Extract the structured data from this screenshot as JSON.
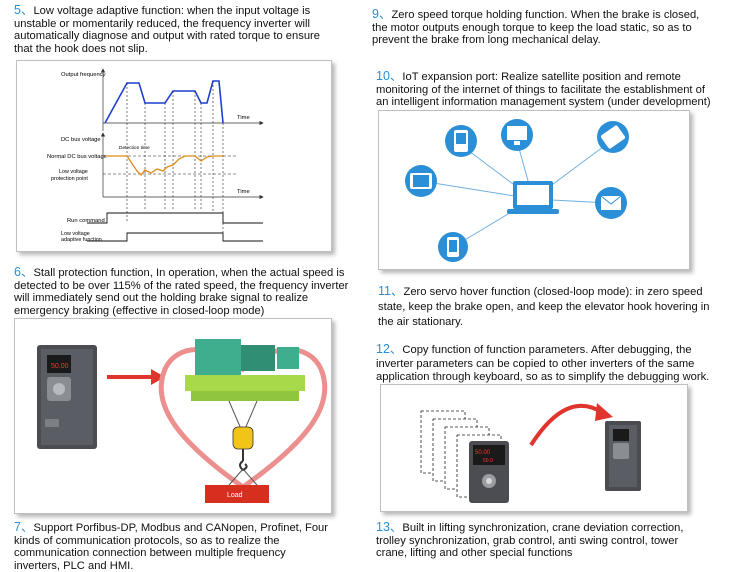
{
  "items": [
    {
      "num": "5、",
      "text": "Low voltage adaptive function: when the input voltage is unstable or momentarily reduced, the frequency inverter will automatically diagnose and output with rated torque to ensure that the hook does not slip."
    },
    {
      "num": "6、",
      "text": "Stall protection function, In operation, when the actual speed is detected to be over 115% of the rated speed, the frequency inverter will immediately send out the holding brake signal to realize emergency braking (effective in closed-loop mode)"
    },
    {
      "num": "7、",
      "text": "Support Porfibus-DP, Modbus and CANopen, Profinet, Four kinds of communication protocols, so as to realize the communication connection between multiple frequency inverters, PLC and HMI."
    },
    {
      "num": "9、",
      "text": "Zero speed torque holding function. When the brake is closed, the motor outputs enough torque to keep the load static, so as to prevent the brake from long mechanical delay."
    },
    {
      "num": "10、",
      "text": "IoT expansion port: Realize satellite position and remote monitoring of the internet of things to facilitate the establishment of an intelligent information management system (under development)"
    },
    {
      "num": "11、",
      "text": "Zero servo hover function (closed-loop mode): in zero speed state, keep the brake open, and keep the elevator hook hovering in the air stationary."
    },
    {
      "num": "12、",
      "text": "Copy function of function parameters. After debugging, the inverter parameters can be copied to other inverters of the same application through keyboard, so as to simplify the debugging work."
    },
    {
      "num": "13、",
      "text": "Built in lifting synchronization, crane deviation correction, trolley synchronization, grab control, anti swing control, tower crane, lifting and other special functions"
    }
  ],
  "timing_diagram": {
    "output_frequency": "Output frequency",
    "time_1": "Time",
    "dc_bus_voltage": "DC bus voltage",
    "detection_time": "Detection time",
    "normal_dc_bus_voltage": "Normal DC bus voltage",
    "low_voltage_protection_1": "Low voltage",
    "low_voltage_protection_2": "protection point",
    "time_2": "Time",
    "run_command": "Run command",
    "low_voltage_adaptive_1": "Low voltage",
    "low_voltage_adaptive_2": "adaptive function"
  },
  "stall_image": {
    "load_label": "Load"
  },
  "inverter_display": {
    "main_value": "50.00",
    "second_value": "50.0"
  },
  "colors": {
    "accent_blue": "#2a8fd6",
    "arrow_red": "#e0342c",
    "diagram_blue": "#1f3fd0",
    "diagram_orange": "#e08a1a"
  }
}
